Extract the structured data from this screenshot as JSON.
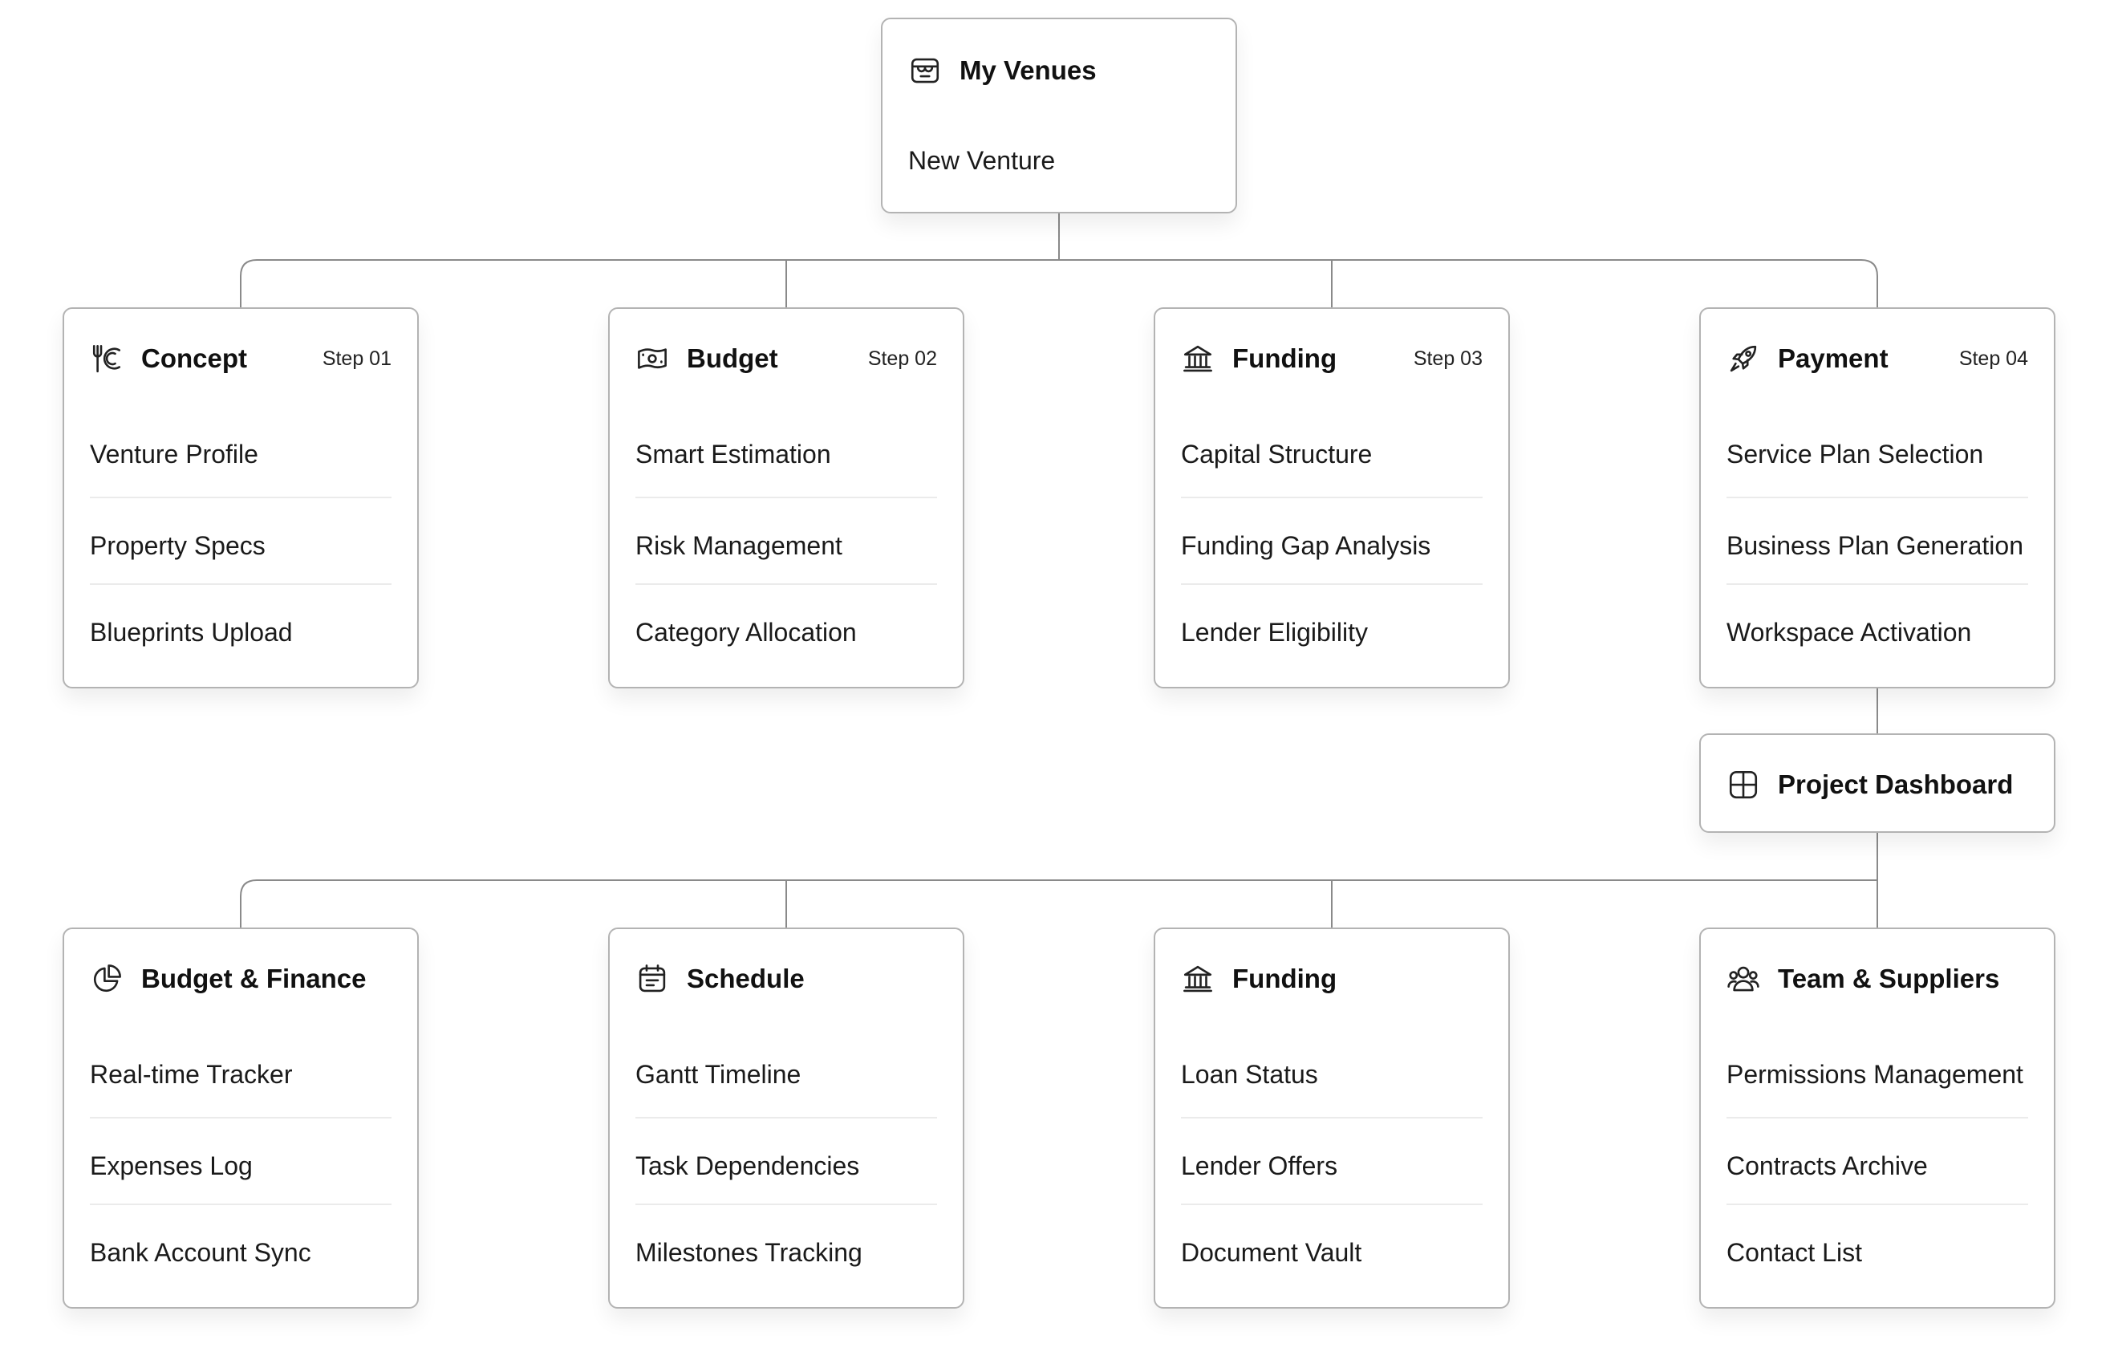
{
  "root": {
    "title": "My Venues",
    "subtitle": "New Venture",
    "icon": "storefront-icon"
  },
  "steps": [
    {
      "title": "Concept",
      "step": "Step 01",
      "icon": "fork-knife-icon",
      "items": [
        "Venture Profile",
        "Property Specs",
        "Blueprints Upload"
      ]
    },
    {
      "title": "Budget",
      "step": "Step 02",
      "icon": "money-icon",
      "items": [
        "Smart Estimation",
        "Risk Management",
        "Category Allocation"
      ]
    },
    {
      "title": "Funding",
      "step": "Step 03",
      "icon": "bank-icon",
      "items": [
        "Capital Structure",
        "Funding Gap Analysis",
        "Lender Eligibility"
      ]
    },
    {
      "title": "Payment",
      "step": "Step 04",
      "icon": "rocket-icon",
      "items": [
        "Service Plan Selection",
        "Business Plan Generation",
        "Workspace Activation"
      ]
    }
  ],
  "dashboard": {
    "title": "Project Dashboard",
    "icon": "grid-icon"
  },
  "modules": [
    {
      "title": "Budget & Finance",
      "icon": "pie-chart-icon",
      "items": [
        "Real-time Tracker",
        "Expenses Log",
        "Bank Account Sync"
      ]
    },
    {
      "title": "Schedule",
      "icon": "calendar-icon",
      "items": [
        "Gantt Timeline",
        "Task Dependencies",
        "Milestones Tracking"
      ]
    },
    {
      "title": "Funding",
      "icon": "bank-icon",
      "items": [
        "Loan Status",
        "Lender Offers",
        "Document Vault"
      ]
    },
    {
      "title": "Team & Suppliers",
      "icon": "users-icon",
      "items": [
        "Permissions Management",
        "Contracts Archive",
        "Contact List"
      ]
    }
  ],
  "colors": {
    "border": "#b3b3b3",
    "connector": "#8a8a8a",
    "divider": "#ebebeb",
    "text": "#1a1a1a"
  }
}
